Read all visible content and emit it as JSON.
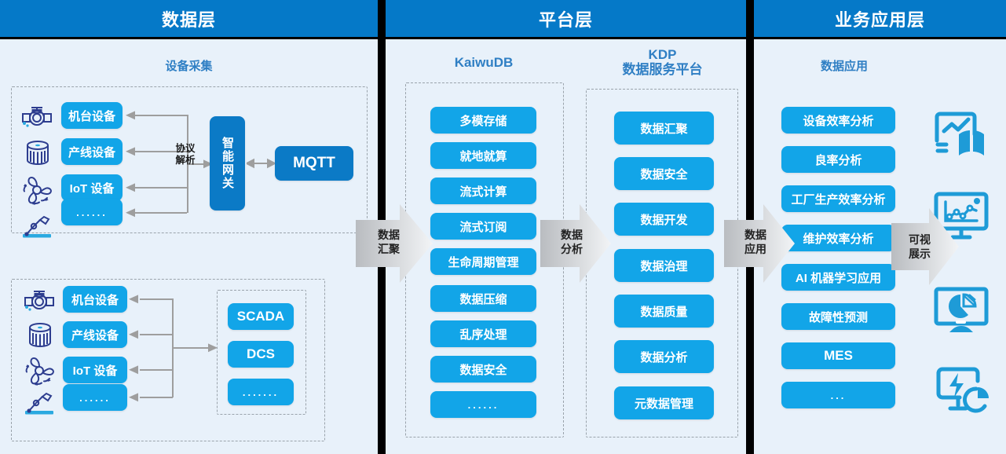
{
  "layers": [
    {
      "id": "data-layer",
      "title": "数据层"
    },
    {
      "id": "platform-layer",
      "title": "平台层"
    },
    {
      "id": "application-layer",
      "title": "业务应用层"
    }
  ],
  "data_layer": {
    "section_title": "设备采集",
    "group_top": {
      "devices": [
        {
          "label": "机台设备",
          "icon": "valve-icon"
        },
        {
          "label": "产线设备",
          "icon": "drum-icon"
        },
        {
          "label": "IoT 设备",
          "icon": "fan-icon"
        },
        {
          "label": "......",
          "icon": "robot-arm-icon"
        }
      ],
      "connector_label": "协议\n解析",
      "connector_label_line1": "协议",
      "connector_label_line2": "解析",
      "gateway": "智能网关",
      "broker": "MQTT"
    },
    "group_bottom": {
      "devices": [
        {
          "label": "机台设备",
          "icon": "valve-icon"
        },
        {
          "label": "产线设备",
          "icon": "drum-icon"
        },
        {
          "label": "IoT 设备",
          "icon": "fan-icon"
        },
        {
          "label": "......",
          "icon": "robot-arm-icon"
        }
      ],
      "systems": [
        "SCADA",
        "DCS",
        "......."
      ]
    }
  },
  "platform_layer": {
    "kaiwudb": {
      "title": "KaiwuDB",
      "items": [
        "多模存储",
        "就地就算",
        "流式计算",
        "流式订阅",
        "生命周期管理",
        "数据压缩",
        "乱序处理",
        "数据安全",
        "......"
      ]
    },
    "kdp": {
      "title_line1": "KDP",
      "title_line2": "数据服务平台",
      "items": [
        "数据汇聚",
        "数据安全",
        "数据开发",
        "数据治理",
        "数据质量",
        "数据分析",
        "元数据管理"
      ]
    }
  },
  "application_layer": {
    "section_title": "数据应用",
    "items": [
      "设备效率分析",
      "良率分析",
      "工厂生产效率分析",
      "维护效率分析",
      "AI 机器学习应用",
      "故障性预测",
      "MES",
      "..."
    ],
    "visual_icons": [
      "chart-book-icon",
      "monitor-line-chart-icon",
      "monitor-pie-chart-icon",
      "monitor-energy-pie-icon"
    ]
  },
  "flow_arrows": [
    {
      "id": "arrow-data-aggregation",
      "line1": "数据",
      "line2": "汇聚"
    },
    {
      "id": "arrow-data-analysis",
      "line1": "数据",
      "line2": "分析"
    },
    {
      "id": "arrow-data-application",
      "line1": "数据",
      "line2": "应用"
    },
    {
      "id": "arrow-visual-display",
      "line1": "可视",
      "line2": "展示"
    }
  ],
  "colors": {
    "header_blue": "#0579c8",
    "pill_blue": "#12a5e8",
    "pill_dark_blue": "#0b7ac6",
    "panel_bg": "#e8f1fa",
    "caption_blue": "#2f7fc4",
    "connector_gray": "#9e9e9e",
    "icon_navy": "#2d3d8f",
    "icon_cyan": "#2aa9e0",
    "viz_blue": "#1e9bd7"
  }
}
